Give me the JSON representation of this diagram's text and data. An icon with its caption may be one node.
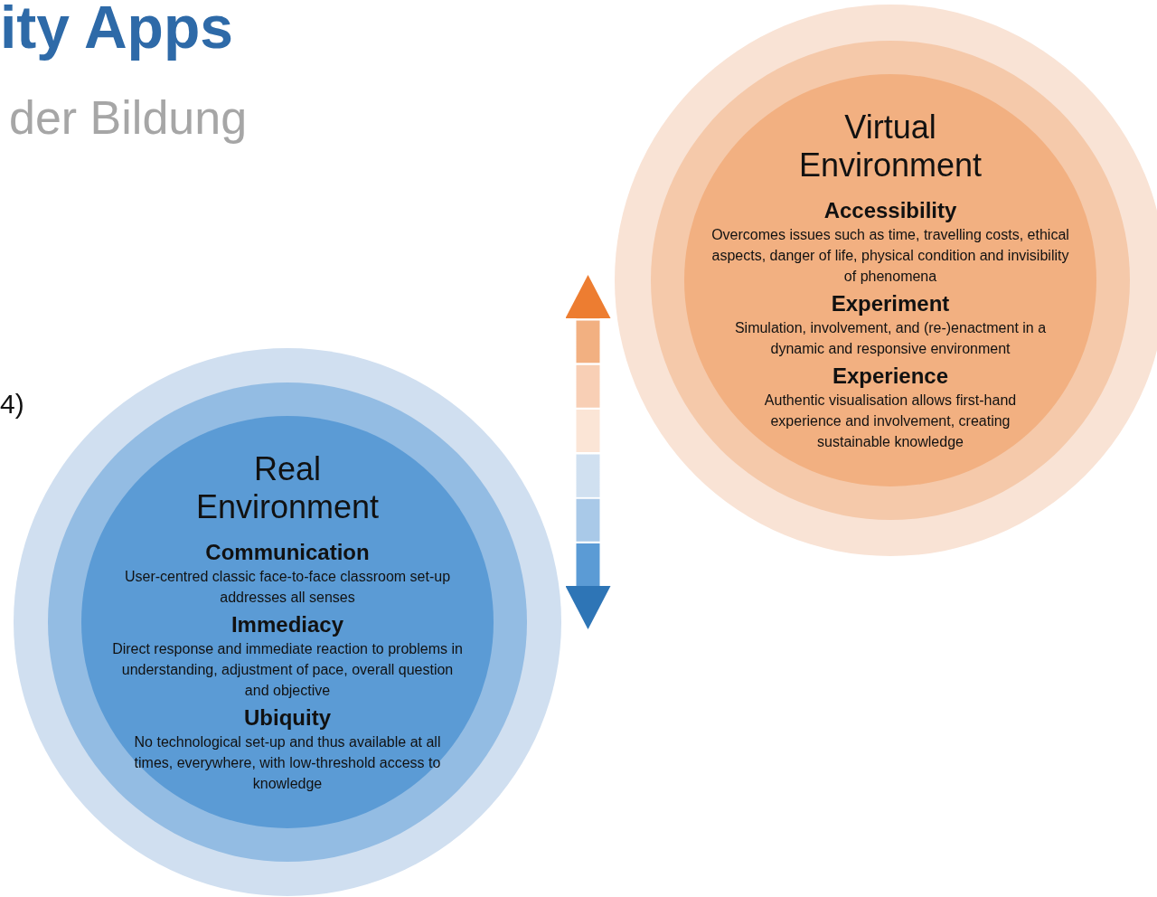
{
  "diagram": {
    "title": "ity Apps",
    "nodes": [
      {
        "text": [
          "Virtual Environment",
          "Accessibility",
          "Overcomes issues such as time, travelling costs, ethical aspects, danger of life, physical condition and invisibility of phenomena",
          "Experiment",
          "Simulation, involvement, and (re-)enactment in a dynamic and responsive environment",
          "Experience",
          "Authentic visualisation allows first-hand experience and involvement, creating sustainable knowledge"
        ]
      },
      {
        "text": [
          "Real Environment",
          "Communication",
          "User-centred classic face-to-face classroom set-up addresses all senses",
          "Immediacy",
          "Direct response and immediate reaction to problems in understanding, adjustment of pace, overall question and objective",
          "Ubiquity",
          "No technological set-up and thus available at all times, everywhere, with low-threshold access to knowledge"
        ]
      }
    ],
    "edges": [
      {
        "from": 1,
        "to": 0,
        "arrow": "both"
      }
    ],
    "labels": [
      "der Bildung",
      "4)"
    ]
  }
}
